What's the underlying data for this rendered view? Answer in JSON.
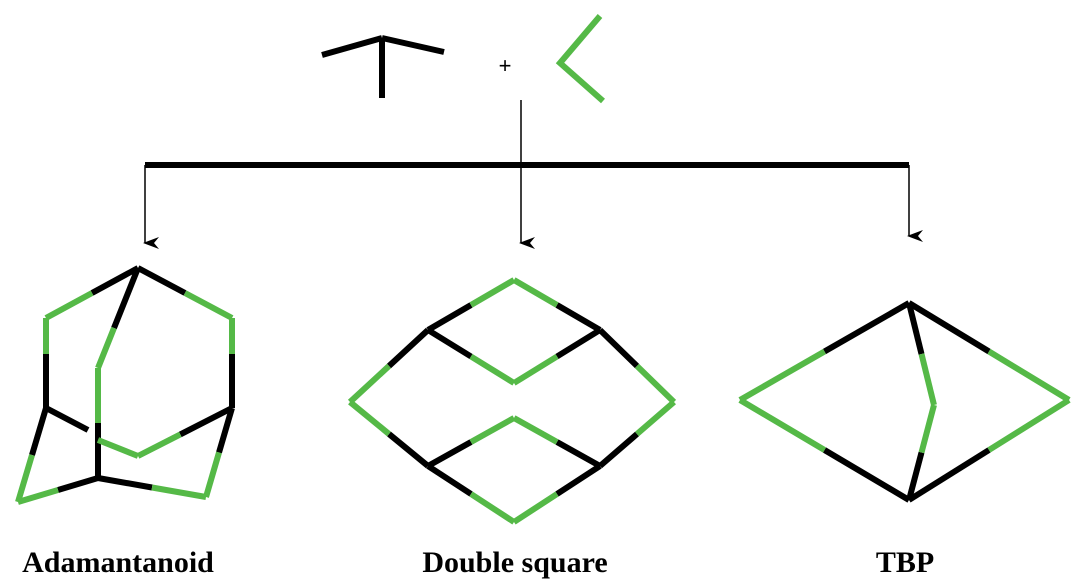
{
  "colors": {
    "black": "#000000",
    "green": "#55b947"
  },
  "reaction": {
    "plus_sign": "+"
  },
  "products": [
    {
      "name": "Adamantanoid"
    },
    {
      "name": "Double square"
    },
    {
      "name": "TBP"
    }
  ]
}
